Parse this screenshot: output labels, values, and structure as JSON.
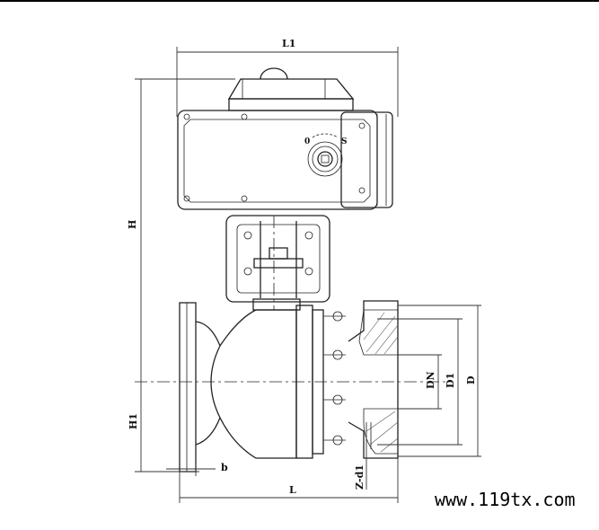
{
  "drawing": {
    "title": "Electric flanged ball valve dimension drawing",
    "labels": {
      "L1": "L1",
      "H": "H",
      "H1": "H1",
      "b": "b",
      "L": "L",
      "Z_d1": "Z-d1",
      "DN": "DN",
      "D1": "D1",
      "D": "D",
      "dial_open": "0",
      "dial_shut": "S"
    }
  },
  "watermark": "www.119tx.com"
}
